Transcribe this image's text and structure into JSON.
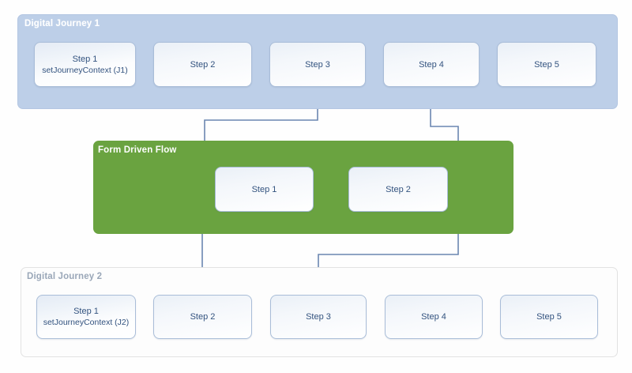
{
  "diagram": {
    "title": "Digital Journey / Form Driven Flow",
    "colors": {
      "journey1_band": "#bdcfe8",
      "journey2_band": "#fdfdfd",
      "form_flow_band": "#6aa340",
      "connector": "#6a86b0",
      "step_border": "#a9bdd8",
      "step_text": "#33537f"
    }
  },
  "journey1": {
    "label": "Digital Journey 1",
    "steps": [
      {
        "line1": "Step 1",
        "line2": "setJourneyContext (J1)"
      },
      {
        "line1": "Step 2",
        "line2": ""
      },
      {
        "line1": "Step 3",
        "line2": ""
      },
      {
        "line1": "Step 4",
        "line2": ""
      },
      {
        "line1": "Step 5",
        "line2": ""
      }
    ]
  },
  "form_flow": {
    "label": "Form Driven Flow",
    "steps": [
      {
        "line1": "Step 1",
        "line2": ""
      },
      {
        "line1": "Step 2",
        "line2": ""
      }
    ]
  },
  "journey2": {
    "label": "Digital Journey 2",
    "steps": [
      {
        "line1": "Step 1",
        "line2": "setJourneyContext (J2)"
      },
      {
        "line1": "Step 2",
        "line2": ""
      },
      {
        "line1": "Step 3",
        "line2": ""
      },
      {
        "line1": "Step 4",
        "line2": ""
      },
      {
        "line1": "Step 5",
        "line2": ""
      }
    ]
  },
  "connectors": [
    {
      "name": "j1-step1-to-step2",
      "from": "journey1.step1",
      "to": "journey1.step2",
      "arrow": true
    },
    {
      "name": "j1-step2-to-step3",
      "from": "journey1.step2",
      "to": "journey1.step3",
      "arrow": true
    },
    {
      "name": "j1-step4-to-step5",
      "from": "journey1.step4",
      "to": "journey1.step5",
      "arrow": true
    },
    {
      "name": "j1-step3-to-form-step1",
      "from": "journey1.step3",
      "to": "form_flow.step1",
      "arrow": true
    },
    {
      "name": "form-step1-to-form-step2",
      "from": "form_flow.step1",
      "to": "form_flow.step2",
      "arrow": true
    },
    {
      "name": "form-step2-to-j1-step4",
      "from": "form_flow.step2",
      "to": "journey1.step4",
      "arrow": true
    },
    {
      "name": "form-step2-to-j2-step3",
      "from": "form_flow.step2",
      "to": "journey2.step3",
      "arrow": true
    },
    {
      "name": "j2-step2-to-form-step1",
      "from": "journey2.step2",
      "to": "form_flow.step1",
      "arrow": true
    },
    {
      "name": "j2-step1-to-step2",
      "from": "journey2.step1",
      "to": "journey2.step2",
      "arrow": true
    },
    {
      "name": "j2-step3-to-step4",
      "from": "journey2.step3",
      "to": "journey2.step4",
      "arrow": true
    },
    {
      "name": "j2-step4-to-step5",
      "from": "journey2.step4",
      "to": "journey2.step5",
      "arrow": true
    }
  ]
}
